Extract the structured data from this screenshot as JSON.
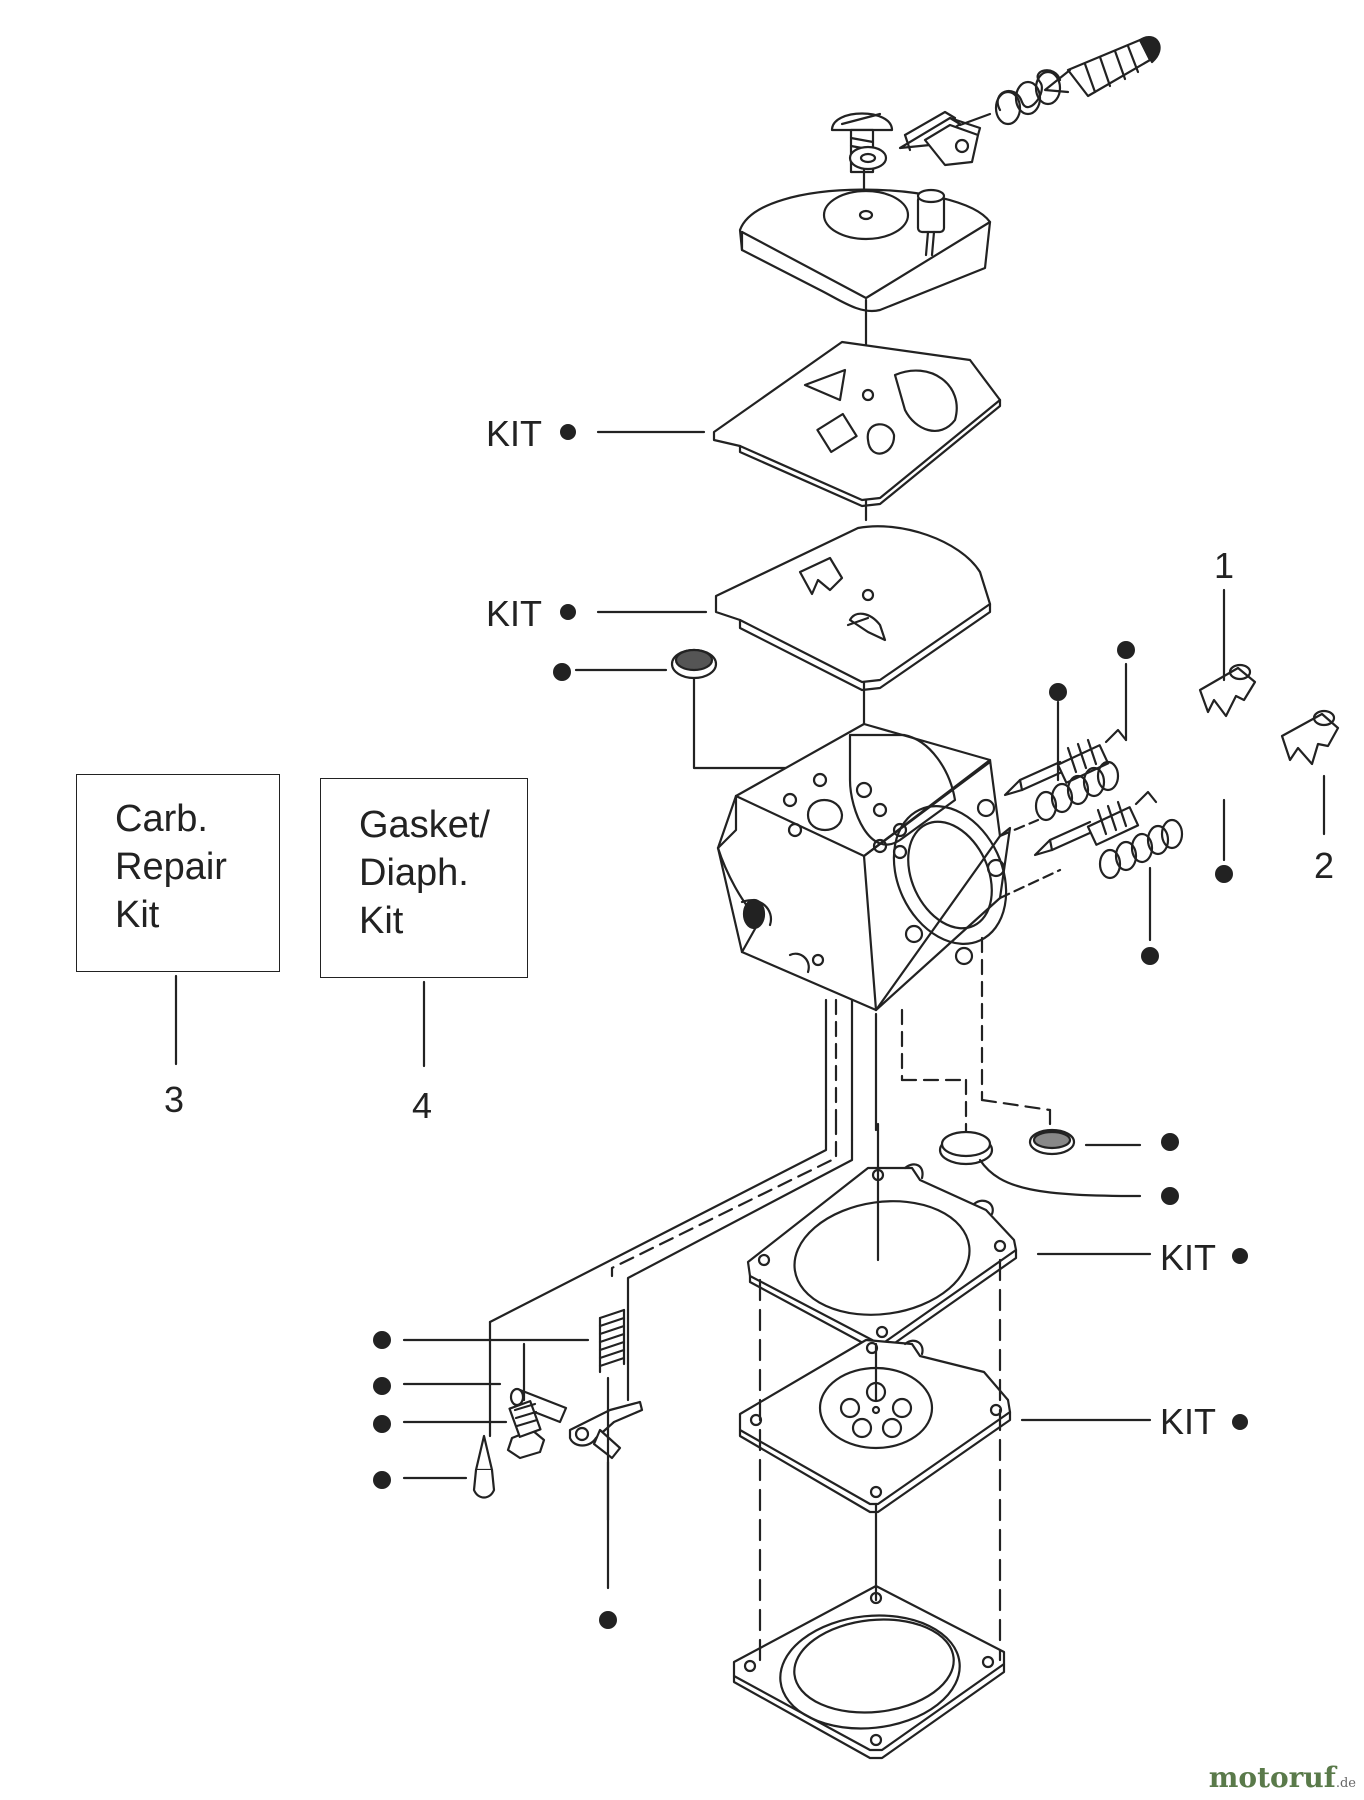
{
  "labels": {
    "kit": "KIT",
    "num1": "1",
    "num2": "2",
    "num3": "3",
    "num4": "4"
  },
  "boxes": {
    "carb_repair_kit": "Carb.\nRepair\nKit",
    "gasket_diaph_kit": "Gasket/\nDiaph.\nKit"
  },
  "watermark": {
    "brand": "motoruf",
    "tld": ".de"
  },
  "colors": {
    "line": "#222222",
    "fill": "#ffffff",
    "watermark": "#5a7a4a"
  }
}
